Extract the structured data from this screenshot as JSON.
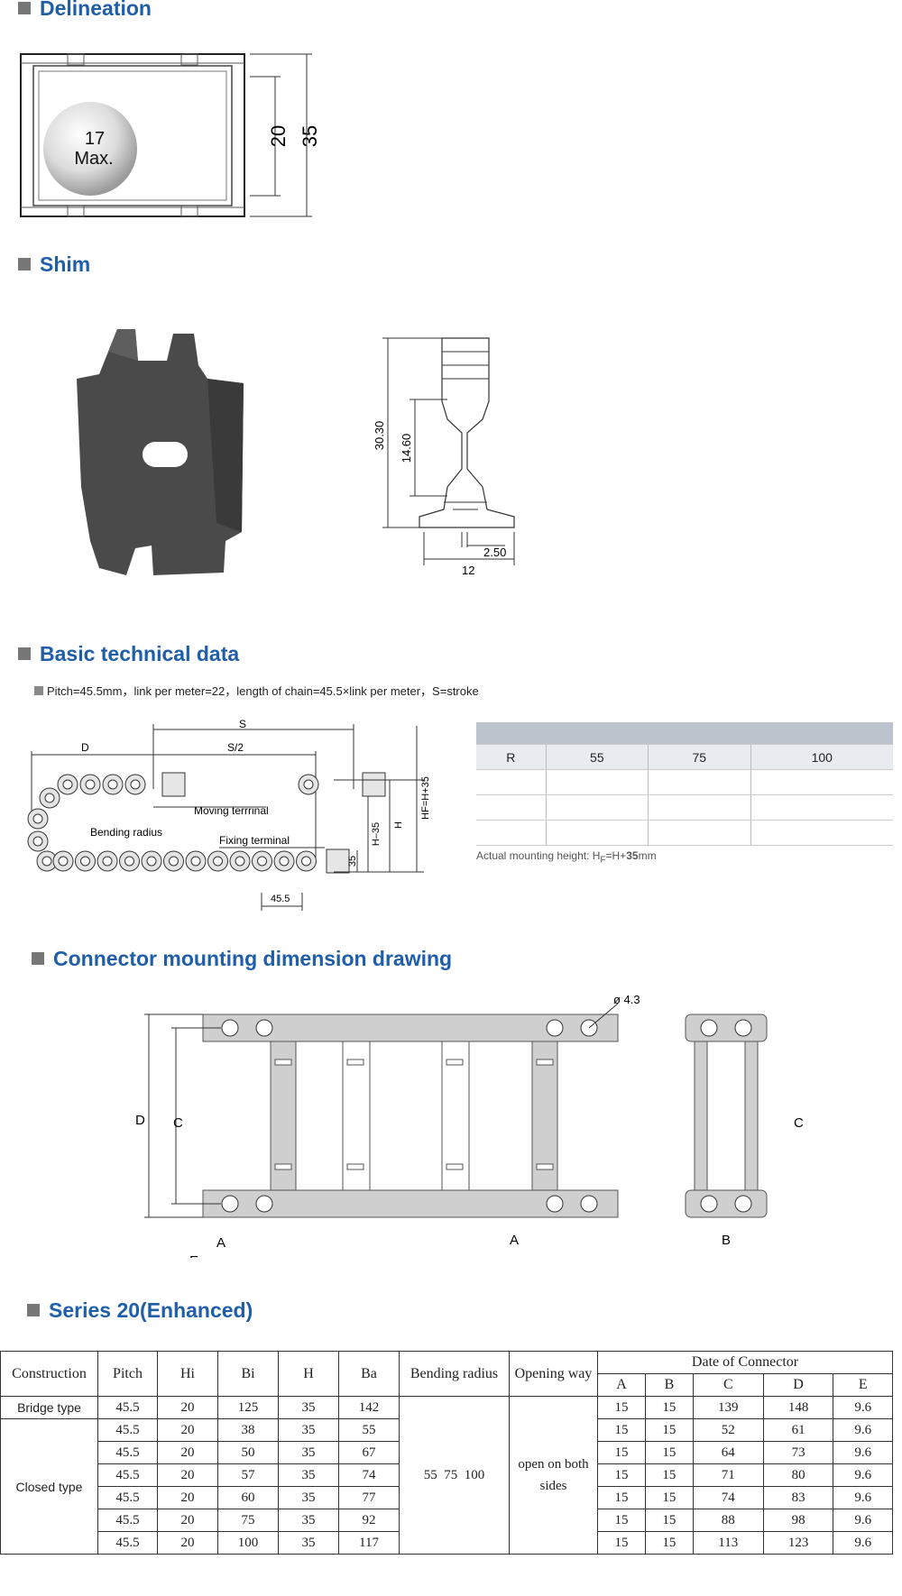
{
  "sections": {
    "delineation": "Delineation",
    "shim": "Shim",
    "basic": "Basic technical data",
    "connector": "Connector mounting dimension drawing",
    "series": "Series 20(Enhanced)"
  },
  "delineation": {
    "ball_num": "17",
    "ball_text": "Max.",
    "dim_inner": "20",
    "dim_outer": "35"
  },
  "shim": {
    "dim_total": "30.30",
    "dim_neck": "14.60",
    "dim_gap": "2.50",
    "dim_width": "12"
  },
  "basic": {
    "note": "Pitch=45.5mm，link per meter=22，length of chain=45.5×link per meter，S=stroke",
    "labels": {
      "s": "S",
      "s2": "S/2",
      "d": "D",
      "moving": "Moving terrrinal",
      "bending": "Bending radius",
      "fixing": "Fixing terminal",
      "pitch": "45.5",
      "h35": "H–35",
      "h": "H",
      "hf": "HF=H+35",
      "h35b": "35"
    },
    "r_table": {
      "header": [
        "R",
        "55",
        "75",
        "100"
      ]
    },
    "mount_note_pre": "Actual mounting height: H",
    "mount_note_sub": "F",
    "mount_note_post": "=H+",
    "mount_note_bold": "35",
    "mount_note_unit": "mm"
  },
  "connector": {
    "hole": "ø 4.3",
    "d": "D",
    "c": "C",
    "a": "A",
    "e": "E",
    "b": "B"
  },
  "spec_table": {
    "headers": [
      "Construction",
      "Pitch",
      "Hi",
      "Bi",
      "H",
      "Ba",
      "Bending radius",
      "Opening way",
      "Date of Connector"
    ],
    "sub_headers": [
      "A",
      "B",
      "C",
      "D",
      "E"
    ],
    "bending_radius": "55  75  100",
    "opening_way": "open on both sides",
    "groups": [
      {
        "name": "Bridge type",
        "rows": [
          [
            "45.5",
            "20",
            "125",
            "35",
            "142",
            "15",
            "15",
            "139",
            "148",
            "9.6"
          ]
        ]
      },
      {
        "name": "Closed type",
        "rows": [
          [
            "45.5",
            "20",
            "38",
            "35",
            "55",
            "15",
            "15",
            "52",
            "61",
            "9.6"
          ],
          [
            "45.5",
            "20",
            "50",
            "35",
            "67",
            "15",
            "15",
            "64",
            "73",
            "9.6"
          ],
          [
            "45.5",
            "20",
            "57",
            "35",
            "74",
            "15",
            "15",
            "71",
            "80",
            "9.6"
          ],
          [
            "45.5",
            "20",
            "60",
            "35",
            "77",
            "15",
            "15",
            "74",
            "83",
            "9.6"
          ],
          [
            "45.5",
            "20",
            "75",
            "35",
            "92",
            "15",
            "15",
            "88",
            "98",
            "9.6"
          ],
          [
            "45.5",
            "20",
            "100",
            "35",
            "117",
            "15",
            "15",
            "113",
            "123",
            "9.6"
          ]
        ]
      }
    ]
  }
}
